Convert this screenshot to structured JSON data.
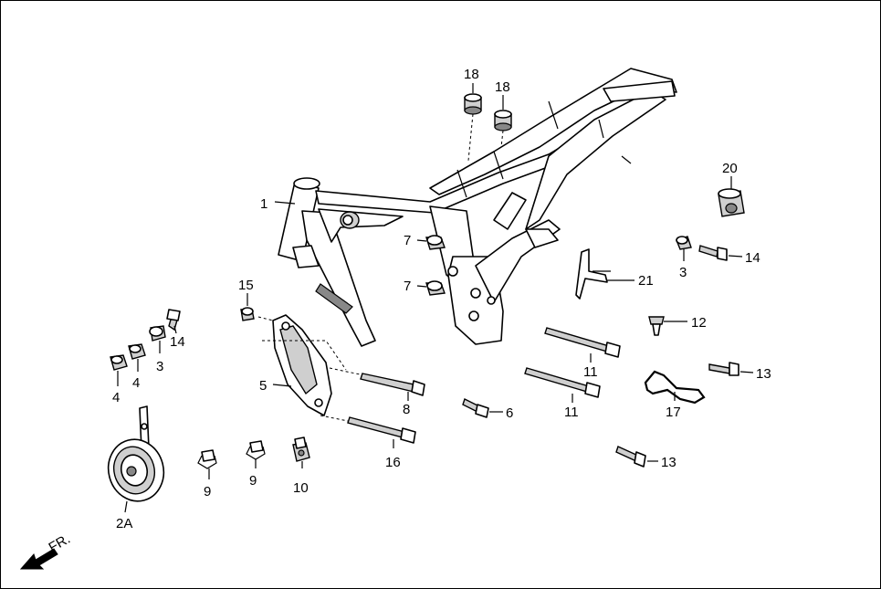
{
  "labels": {
    "l1": "1",
    "l2a": "2A",
    "l3a": "3",
    "l3b": "3",
    "l4a": "4",
    "l4b": "4",
    "l5": "5",
    "l6": "6",
    "l7a": "7",
    "l7b": "7",
    "l8": "8",
    "l9a": "9",
    "l9b": "9",
    "l10": "10",
    "l11a": "11",
    "l11b": "11",
    "l12": "12",
    "l13a": "13",
    "l13b": "13",
    "l14a": "14",
    "l14b": "14",
    "l15": "15",
    "l16": "16",
    "l17": "17",
    "l18a": "18",
    "l18b": "18",
    "l20": "20",
    "l21": "21"
  },
  "direction": "FR."
}
